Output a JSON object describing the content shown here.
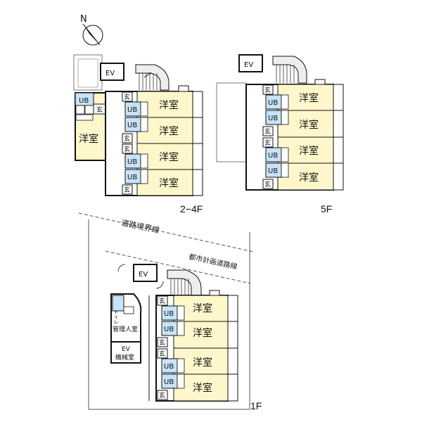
{
  "north_symbol": "N",
  "floors": {
    "f2_4": {
      "label": "2−4F",
      "ev": "EV",
      "side_unit": {
        "ub": "UB",
        "genkan": "玄",
        "room": "洋室"
      },
      "units": [
        {
          "room": "洋室",
          "ub": "UB",
          "genkan": "玄"
        },
        {
          "room": "洋室",
          "ub": "UB",
          "genkan": "玄"
        },
        {
          "room": "洋室",
          "ub": "UB",
          "genkan": "玄"
        },
        {
          "room": "洋室",
          "ub": "UB",
          "genkan": "玄"
        }
      ]
    },
    "f5": {
      "label": "5F",
      "ev": "EV",
      "units": [
        {
          "room": "洋室",
          "ub": "UB",
          "genkan": "玄"
        },
        {
          "room": "洋室",
          "ub": "UB",
          "genkan": "玄"
        },
        {
          "room": "洋室",
          "ub": "UB",
          "genkan": "玄"
        },
        {
          "room": "洋室",
          "ub": "UB",
          "genkan": "玄"
        }
      ]
    },
    "f1": {
      "label": "1F",
      "ev": "EV",
      "road_boundary": "道路境界線",
      "planned_road": "都市計画道路線",
      "toilet": "トイレ",
      "manager_room": "管理人室",
      "ev_machine_line1": "EV",
      "ev_machine_line2": "機械室",
      "units": [
        {
          "room": "洋室",
          "ub": "UB",
          "genkan": "玄"
        },
        {
          "room": "洋室",
          "ub": "UB",
          "genkan": "玄"
        },
        {
          "room": "洋室",
          "ub": "UB",
          "genkan": "玄"
        },
        {
          "room": "洋室",
          "ub": "UB",
          "genkan": "玄"
        }
      ]
    }
  },
  "colors": {
    "room": "#fff7cc",
    "bath": "#c7e3f7",
    "wall": "#111111",
    "line": "#555555",
    "grey": "#bdbdbd"
  }
}
